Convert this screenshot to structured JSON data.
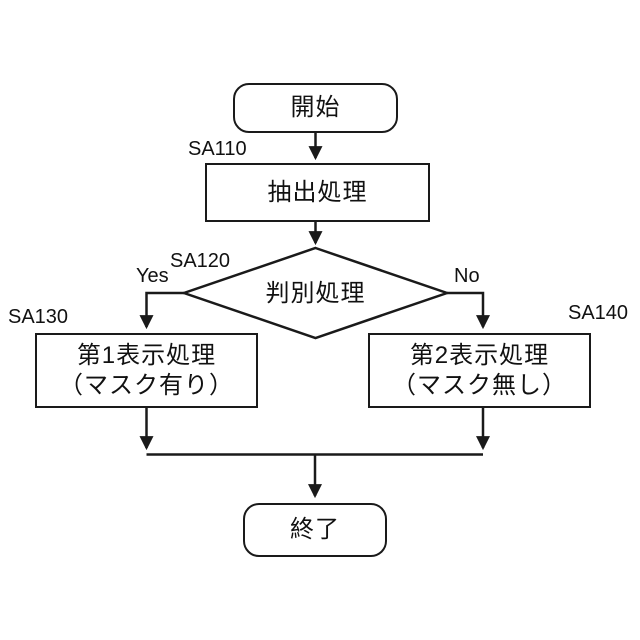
{
  "figure": {
    "type": "flowchart",
    "background": "#ffffff",
    "line_color": "#1a1a1a",
    "nodes": {
      "start": {
        "shape": "terminator",
        "label": "開始"
      },
      "sa110": {
        "shape": "process",
        "step": "SA110",
        "label": "抽出処理"
      },
      "sa120": {
        "shape": "decision",
        "step": "SA120",
        "label": "判別処理",
        "yes_label": "Yes",
        "no_label": "No"
      },
      "sa130": {
        "shape": "process",
        "step": "SA130",
        "line1": "第1表示処理",
        "line2": "（マスク有り）"
      },
      "sa140": {
        "shape": "process",
        "step": "SA140",
        "line1": "第2表示処理",
        "line2": "（マスク無し）"
      },
      "end": {
        "shape": "terminator",
        "label": "終了"
      }
    }
  }
}
